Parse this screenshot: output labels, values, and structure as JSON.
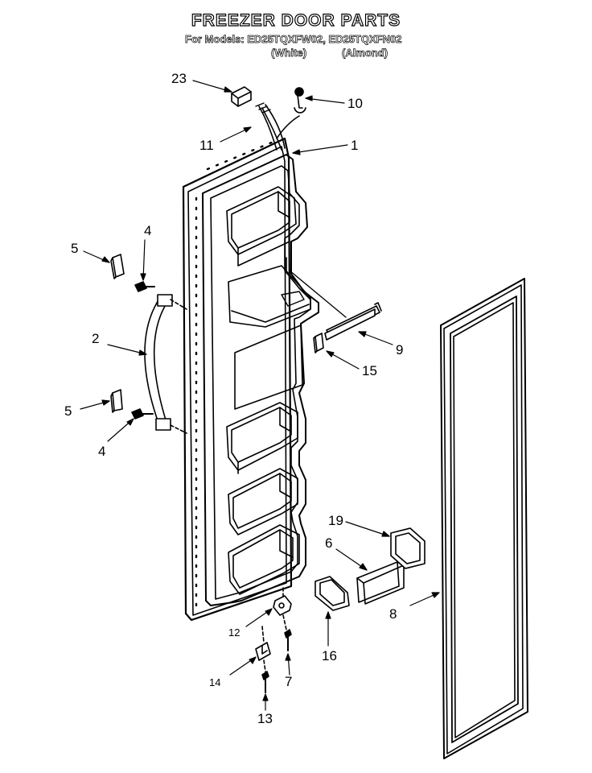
{
  "header": {
    "title": "FREEZER DOOR PARTS",
    "models_line": "For Models: ED25TQXFW02, ED25TQXFN02",
    "finish_white": "(White)",
    "finish_almond": "(Almond)"
  },
  "callouts": {
    "c1": "1",
    "c2": "2",
    "c4a": "4",
    "c4b": "4",
    "c5a": "5",
    "c5b": "5",
    "c6": "6",
    "c7": "7",
    "c8": "8",
    "c9": "9",
    "c10": "10",
    "c11": "11",
    "c12": "12",
    "c13": "13",
    "c14": "14",
    "c15": "15",
    "c16": "16",
    "c19": "19",
    "c23": "23"
  }
}
